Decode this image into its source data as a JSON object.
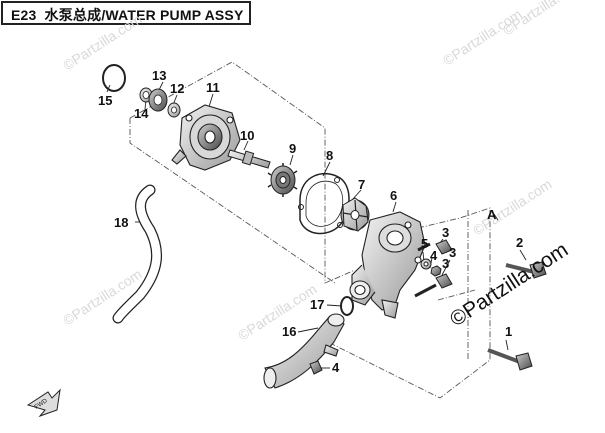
{
  "diagram": {
    "code": "E23",
    "title": "水泵总成/WATER PUMP ASSY",
    "brand_watermark": "©Partzilla.com",
    "faint_watermark": "©Partzilla.com",
    "callouts": [
      "1",
      "2",
      "3",
      "3",
      "3",
      "4",
      "4",
      "5",
      "6",
      "7",
      "8",
      "9",
      "10",
      "11",
      "12",
      "13",
      "14",
      "15",
      "16",
      "17",
      "18"
    ],
    "section_label": "A",
    "fwd_icon_label": "FWD"
  }
}
